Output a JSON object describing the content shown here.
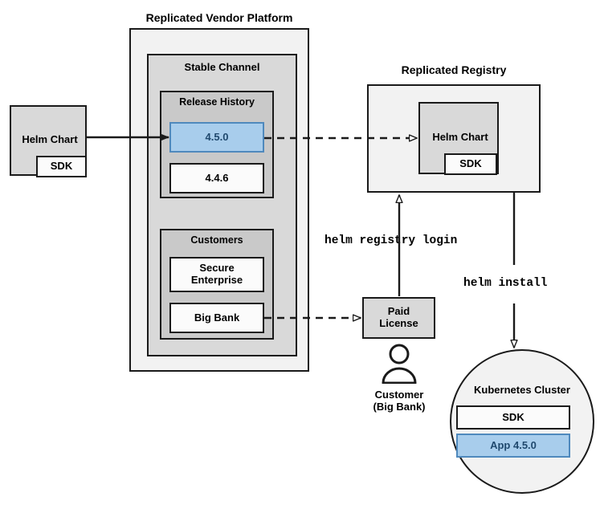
{
  "diagram": {
    "title_platform": "Replicated Vendor Platform",
    "title_registry": "Replicated Registry",
    "channel": "Stable Channel",
    "release_history": "Release History",
    "release_current": "4.5.0",
    "release_previous": "4.4.6",
    "customers_header": "Customers",
    "customer_secure": "Secure\nEnterprise",
    "customer_bigbank": "Big Bank",
    "helm_chart_source": "Helm Chart",
    "helm_chart_source_sdk": "SDK",
    "helm_chart_registry": "Helm Chart",
    "helm_chart_registry_sdk": "SDK",
    "paid_license": "Paid\nLicense",
    "customer_caption": "Customer\n(Big Bank)",
    "cluster_title": "Kubernetes Cluster",
    "cluster_sdk": "SDK",
    "cluster_app": "App 4.5.0",
    "cmd_registry_login": "helm registry login",
    "cmd_install": "helm install",
    "colors": {
      "accent_blue_fill": "#a8cdec",
      "accent_blue_border": "#4f89bd",
      "accent_blue_text": "#20496e",
      "stroke": "#1a1a1a",
      "fill_light": "#f2f2f2",
      "fill_gray": "#d9d9d9",
      "fill_mid": "#c9c9c9",
      "fill_white": "#fbfbfb"
    }
  }
}
